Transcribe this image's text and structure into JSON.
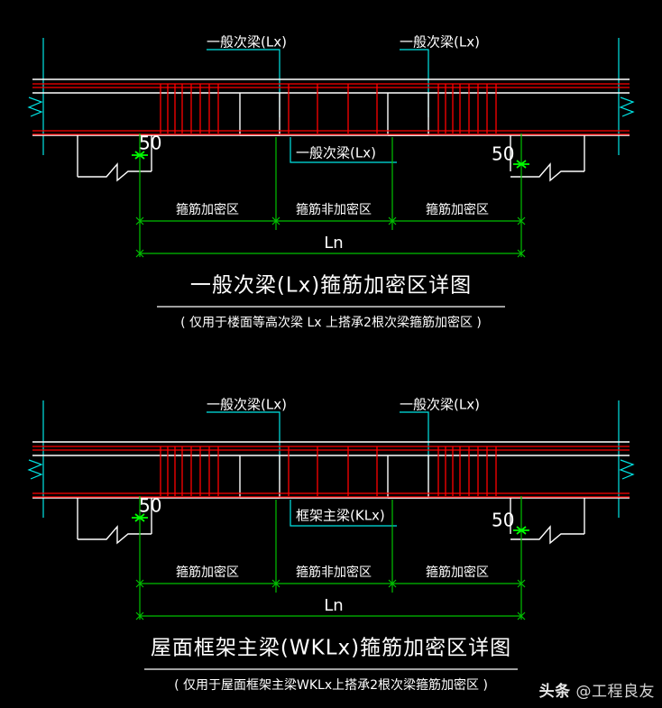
{
  "drawing": {
    "background_color": "#000000",
    "colors": {
      "concrete_outline": "#ffffff",
      "rebar": "#ff0000",
      "annotation": "#00e5e5",
      "dimension": "#00c000",
      "tick": "#00ff00",
      "text": "#ffffff"
    }
  },
  "figures": [
    {
      "id": "figure-top",
      "title": "一般次梁(Lx)箍筋加密区详图",
      "subtitle": "( 仅用于楼面等高次梁 Lx 上搭承2根次梁箍筋加密区 )",
      "top_labels": [
        {
          "text": "一般次梁(Lx)"
        },
        {
          "text": "一般次梁(Lx)"
        }
      ],
      "center_label": "一般次梁(Lx)",
      "edge_dims": [
        {
          "text": "50"
        },
        {
          "text": "50"
        }
      ],
      "zone_labels": [
        "箍筋加密区",
        "箍筋非加密区",
        "箍筋加密区"
      ],
      "span_label": "Ln"
    },
    {
      "id": "figure-bottom",
      "title": "屋面框架主梁(WKLx)箍筋加密区详图",
      "subtitle": "( 仅用于屋面框架主梁WKLx上搭承2根次梁箍筋加密区 )",
      "top_labels": [
        {
          "text": "一般次梁(Lx)"
        },
        {
          "text": "一般次梁(Lx)"
        }
      ],
      "center_label": "框架主梁(KLx)",
      "edge_dims": [
        {
          "text": "50"
        },
        {
          "text": "50"
        }
      ],
      "zone_labels": [
        "箍筋加密区",
        "箍筋非加密区",
        "箍筋加密区"
      ],
      "span_label": "Ln"
    }
  ],
  "watermark": {
    "brand": "头条",
    "handle": "@工程良友"
  }
}
